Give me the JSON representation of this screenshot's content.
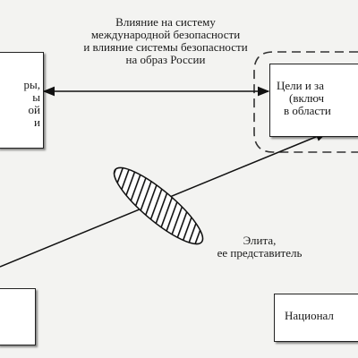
{
  "arrow_label": {
    "line1": "Влияние на систему",
    "line2": "международной безопасности",
    "line3": "и влияние системы безопасности",
    "line4": "на образ России"
  },
  "left_box": {
    "line1": "ры,",
    "line2": "ы",
    "line3": "ой",
    "line4": "и"
  },
  "right_box": {
    "line1": "Цели и за",
    "line2": "(включ",
    "line3": "в области"
  },
  "elite_label": {
    "line1": "Элита,",
    "line2": "ее представитель"
  },
  "bottom_right_box": {
    "label": "Национал"
  },
  "colors": {
    "background": "#f3f3f1",
    "box_fill": "#ffffff",
    "stroke": "#222222"
  }
}
